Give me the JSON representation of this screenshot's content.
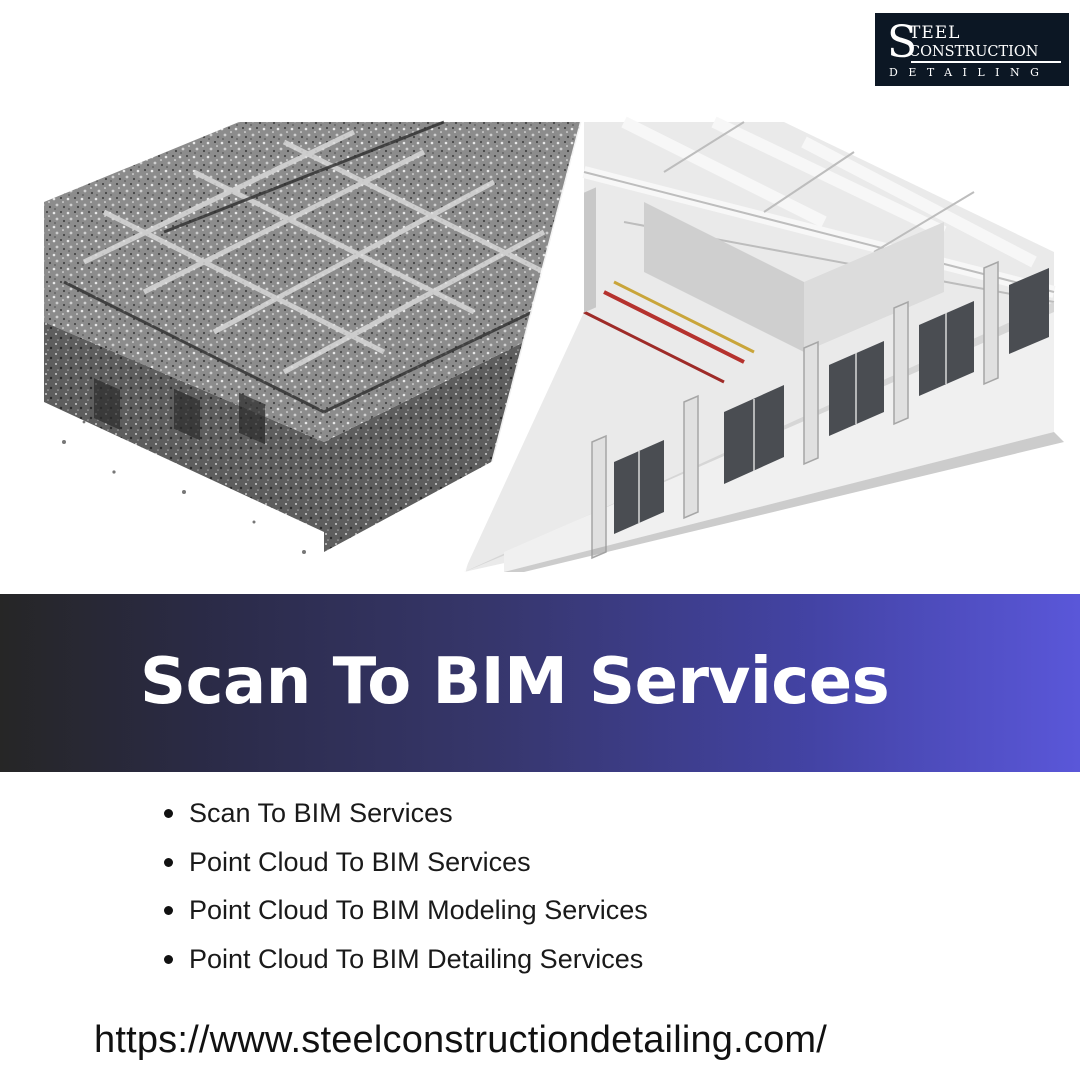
{
  "logo": {
    "initial": "S",
    "line1": "TEEL",
    "line2": "CONSTRUCTION",
    "line3": "DETAILING"
  },
  "hero": {
    "left_style": "point-cloud-scan",
    "right_style": "bim-model",
    "accent_colors": [
      "#b5322e",
      "#c9a53a"
    ]
  },
  "banner": {
    "title": "Scan To BIM Services",
    "gradient": [
      "#262626",
      "#36366b",
      "#5a57d9"
    ]
  },
  "services": [
    "Scan To BIM Services",
    "Point Cloud To BIM Services",
    "Point Cloud To BIM Modeling Services",
    "Point Cloud To BIM Detailing Services"
  ],
  "footer": {
    "url": "https://www.steelconstructiondetailing.com/"
  }
}
